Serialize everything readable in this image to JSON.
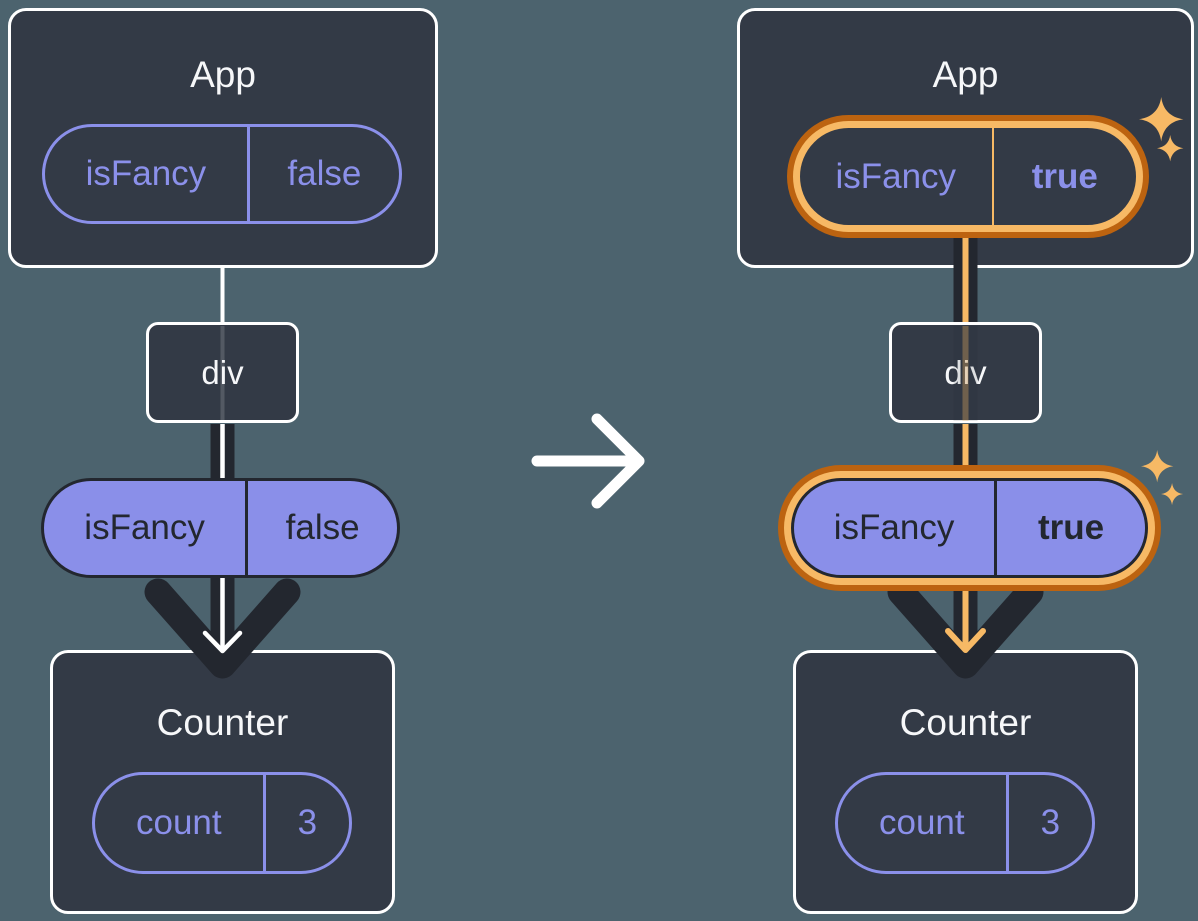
{
  "colors": {
    "bg": "#4C636E",
    "panel": "#333A46",
    "ink_dark": "#23272F",
    "purple": "#8B90EA",
    "purple_fill": "#8A8FE9",
    "orange_light": "#F7B965",
    "orange_dark": "#BC6310",
    "white": "#FFFFFF",
    "title": "#F6F7F9"
  },
  "before": {
    "app": {
      "title": "App",
      "state": {
        "name": "isFancy",
        "value": "false"
      }
    },
    "div": {
      "label": "div"
    },
    "prop": {
      "name": "isFancy",
      "value": "false"
    },
    "counter": {
      "title": "Counter",
      "state": {
        "name": "count",
        "value": "3"
      }
    }
  },
  "after": {
    "app": {
      "title": "App",
      "state": {
        "name": "isFancy",
        "value": "true"
      }
    },
    "div": {
      "label": "div"
    },
    "prop": {
      "name": "isFancy",
      "value": "true"
    },
    "counter": {
      "title": "Counter",
      "state": {
        "name": "count",
        "value": "3"
      }
    }
  },
  "icons": {
    "transition": "right-arrow",
    "highlight": "sparkle-star"
  }
}
